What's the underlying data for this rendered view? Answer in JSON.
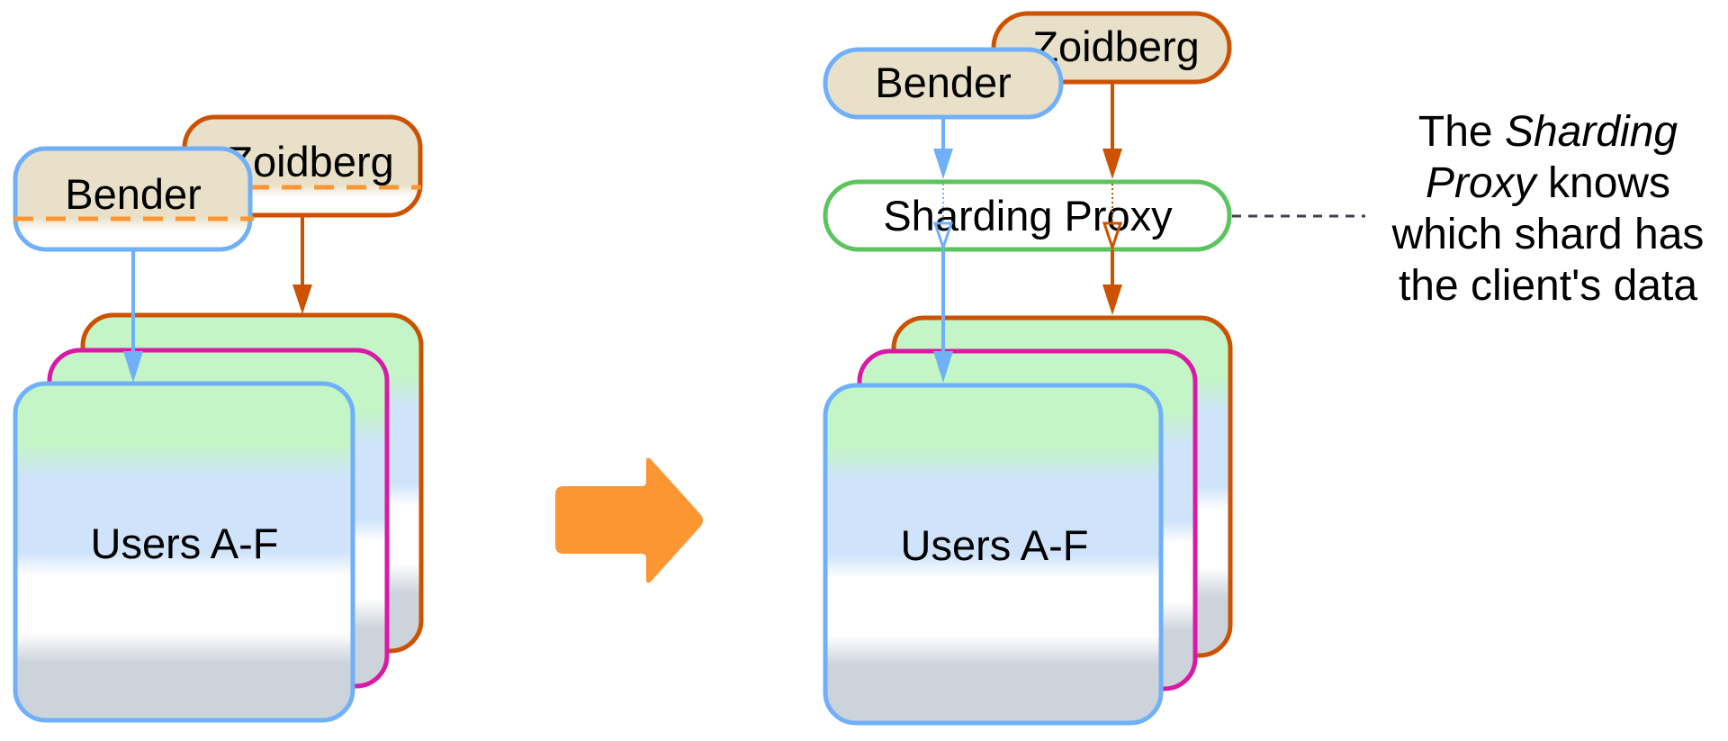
{
  "diagram": {
    "title": "Sharding proxy routing",
    "before": {
      "clients": [
        {
          "label": "Bender",
          "color": "#70b0f8"
        },
        {
          "label": "Zoidberg",
          "color": "#cc5200"
        }
      ],
      "shards": [
        {
          "label": "",
          "color": "#cc5200"
        },
        {
          "label": "",
          "color": "#d91aa6"
        },
        {
          "label": "Users A-F",
          "color": "#70b0f8"
        }
      ]
    },
    "transition_arrow": {
      "color": "#fb9633"
    },
    "after": {
      "clients": [
        {
          "label": "Bender",
          "color": "#70b0f8"
        },
        {
          "label": "Zoidberg",
          "color": "#cc5200"
        }
      ],
      "proxy": {
        "label": "Sharding Proxy",
        "color": "#5cc45f"
      },
      "shards": [
        {
          "label": "",
          "color": "#cc5200"
        },
        {
          "label": "",
          "color": "#d91aa6"
        },
        {
          "label": "Users A-F",
          "color": "#70b0f8"
        }
      ]
    },
    "note": {
      "part1": "The ",
      "part2_italic": "Sharding Proxy",
      "part3": " knows which shard has the client's data"
    }
  }
}
